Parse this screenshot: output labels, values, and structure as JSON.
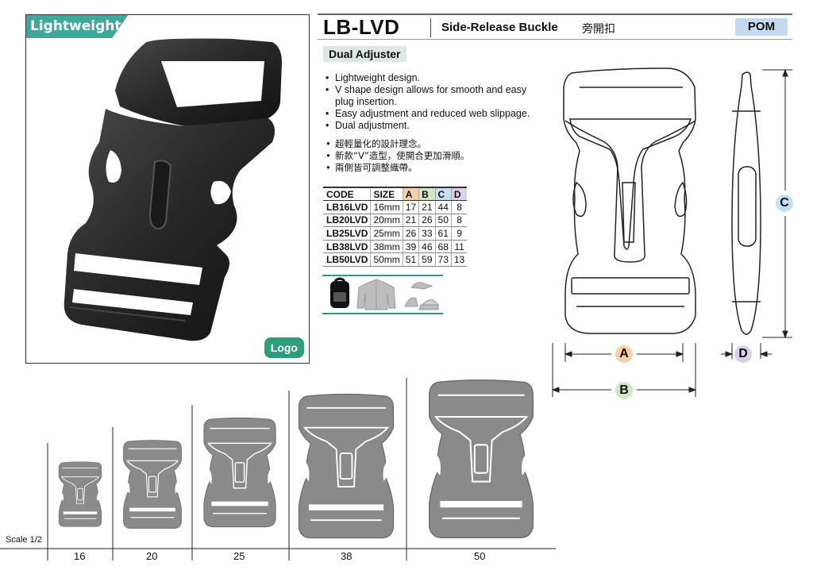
{
  "badge": "Lightweight",
  "photo_logo": "Logo",
  "header": {
    "model": "LB-LVD",
    "type_en": "Side-Release Buckle",
    "type_zh": "旁開扣",
    "material": "POM"
  },
  "subtitle": "Dual Adjuster",
  "features_en": [
    "Lightweight design.",
    "V shape design allows for smooth and easy plug insertion.",
    "Easy adjustment and reduced web slippage.",
    "Dual adjustment."
  ],
  "features_zh": [
    "超輕量化的設計理念。",
    "新款“V”造型，使開合更加滑順。",
    "兩側皆可調整織帶。"
  ],
  "table": {
    "headers": [
      "CODE",
      "SIZE",
      "A",
      "B",
      "C",
      "D"
    ],
    "rows": [
      [
        "LB16LVD",
        "16mm",
        "17",
        "21",
        "44",
        "8"
      ],
      [
        "LB20LVD",
        "20mm",
        "21",
        "26",
        "50",
        "8"
      ],
      [
        "LB25LVD",
        "25mm",
        "26",
        "33",
        "61",
        "9"
      ],
      [
        "LB38LVD",
        "38mm",
        "39",
        "46",
        "68",
        "11"
      ],
      [
        "LB50LVD",
        "50mm",
        "51",
        "59",
        "73",
        "13"
      ]
    ]
  },
  "dims": {
    "a": "A",
    "b": "B",
    "c": "C",
    "d": "D"
  },
  "scale": {
    "label": "Scale",
    "fraction": "1/2",
    "sizes": [
      "16",
      "20",
      "25",
      "38",
      "50"
    ]
  }
}
